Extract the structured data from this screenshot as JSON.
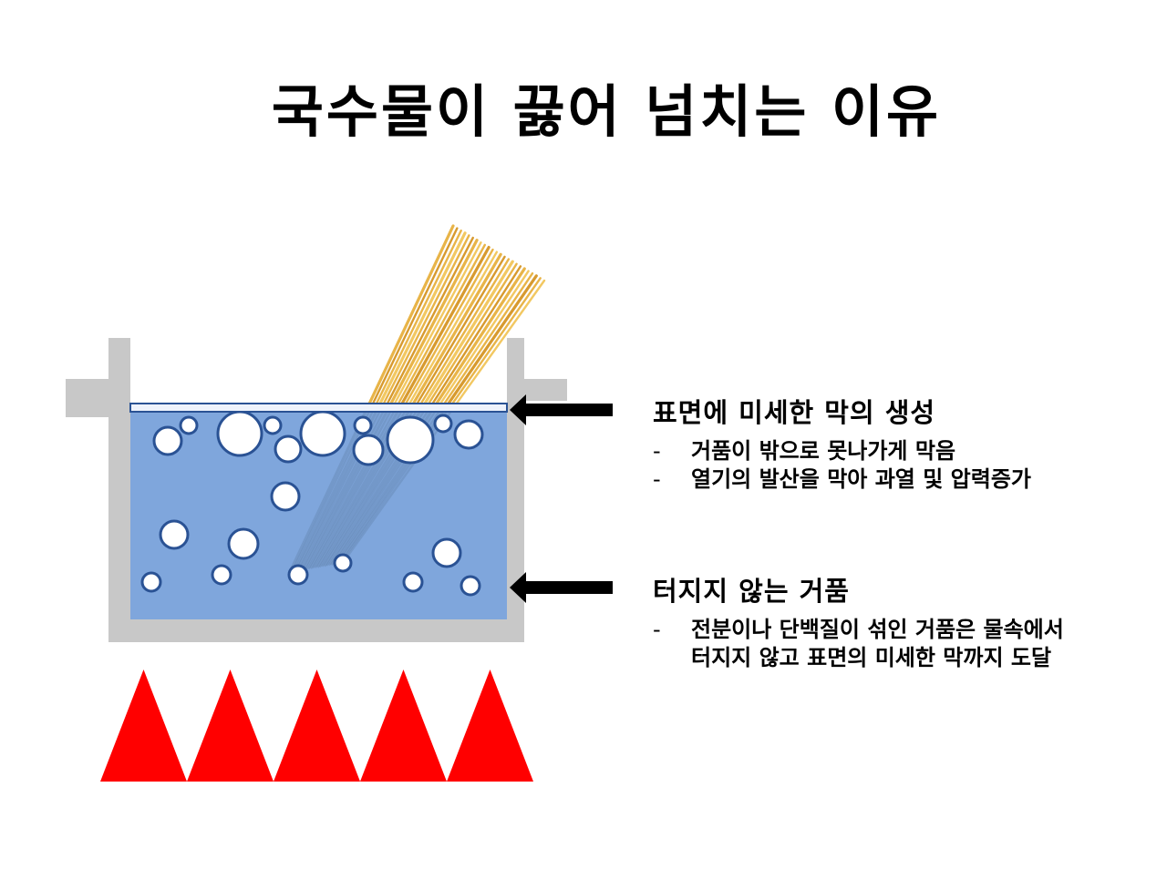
{
  "title": "국수물이 끓어 넘치는 이유",
  "annotations": [
    {
      "heading": "표면에 미세한 막의 생성",
      "points": [
        "거품이 밖으로 못나가게 막음",
        "열기의 발산을 막아 과열 및 압력증가"
      ]
    },
    {
      "heading": "터지지 않는 거품",
      "points": [
        "전분이나 단백질이 섞인 거품은 물속에서\n터지지 않고 표면의 미세한 막까지 도달"
      ]
    }
  ],
  "colors": {
    "pot": "#c8c8c8",
    "water": "#7fa6dc",
    "bubble_fill": "#ffffff",
    "bubble_stroke": "#2a5294",
    "surface_film": "#eef2fb",
    "noodle": "#e8b448",
    "flame": "#ff0000",
    "arrow": "#000000"
  },
  "icons": [
    "pot-illustration",
    "noodle-bundle",
    "flame-icon",
    "arrow-left-icon"
  ]
}
